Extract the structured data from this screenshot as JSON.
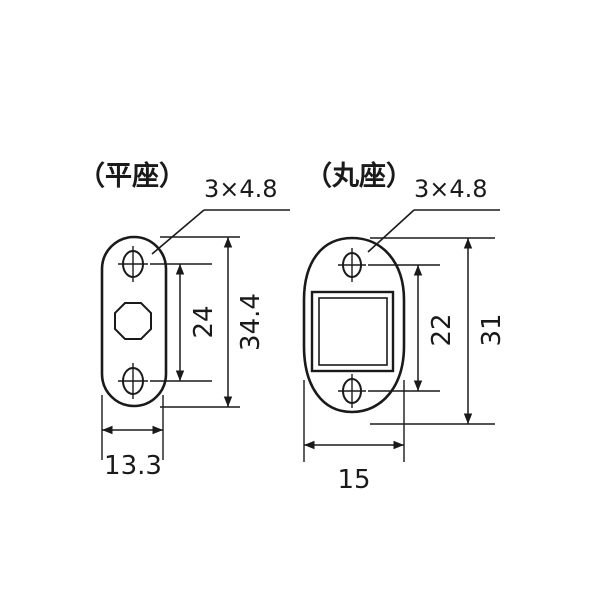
{
  "left_part": {
    "title": "（平座）",
    "hole_spec": "3×4.8",
    "dim_hole_pitch": "24",
    "dim_height": "34.4",
    "dim_width": "13.3"
  },
  "right_part": {
    "title": "（丸座）",
    "hole_spec": "3×4.8",
    "dim_hole_pitch": "22",
    "dim_height": "31",
    "dim_width": "15"
  },
  "colors": {
    "line": "#1a1a1a",
    "background": "#ffffff"
  }
}
